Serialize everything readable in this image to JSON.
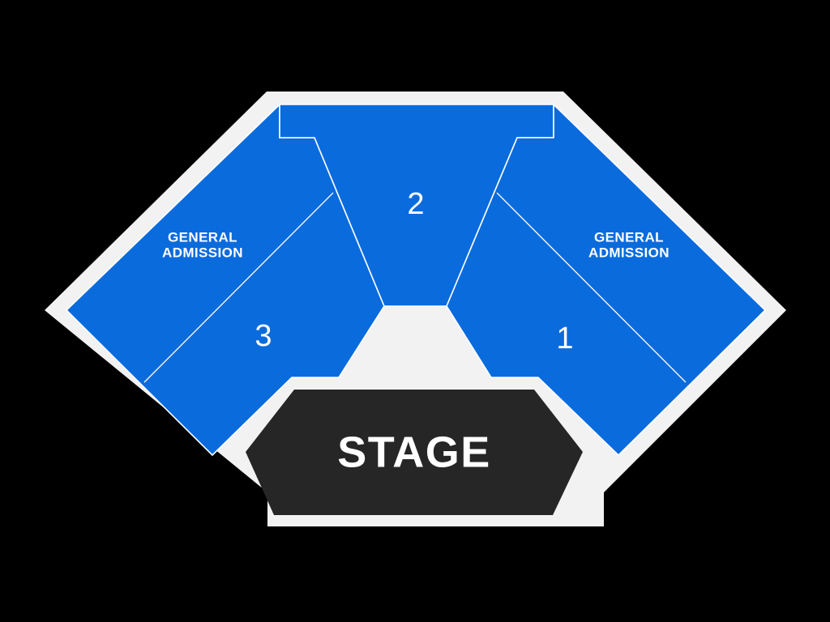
{
  "map": {
    "name": "venue-seating-chart",
    "background_color": "#000000",
    "outline_color": "#f2f2f2",
    "section_fill_color": "#0a6bdd",
    "section_border_color": "#ffffff",
    "stage_fill_color": "#262626",
    "stage_text_color": "#ffffff",
    "label_text_color": "#ffffff"
  },
  "stage": {
    "label": "STAGE"
  },
  "sections": [
    {
      "id": "section-1",
      "number": "1",
      "category_line1": "GENERAL",
      "category_line2": "ADMISSION",
      "fill": "#0a6bdd"
    },
    {
      "id": "section-2",
      "number": "2",
      "category_line1": "",
      "category_line2": "",
      "fill": "#0a6bdd"
    },
    {
      "id": "section-3",
      "number": "3",
      "category_line1": "GENERAL",
      "category_line2": "ADMISSION",
      "fill": "#0a6bdd"
    }
  ]
}
